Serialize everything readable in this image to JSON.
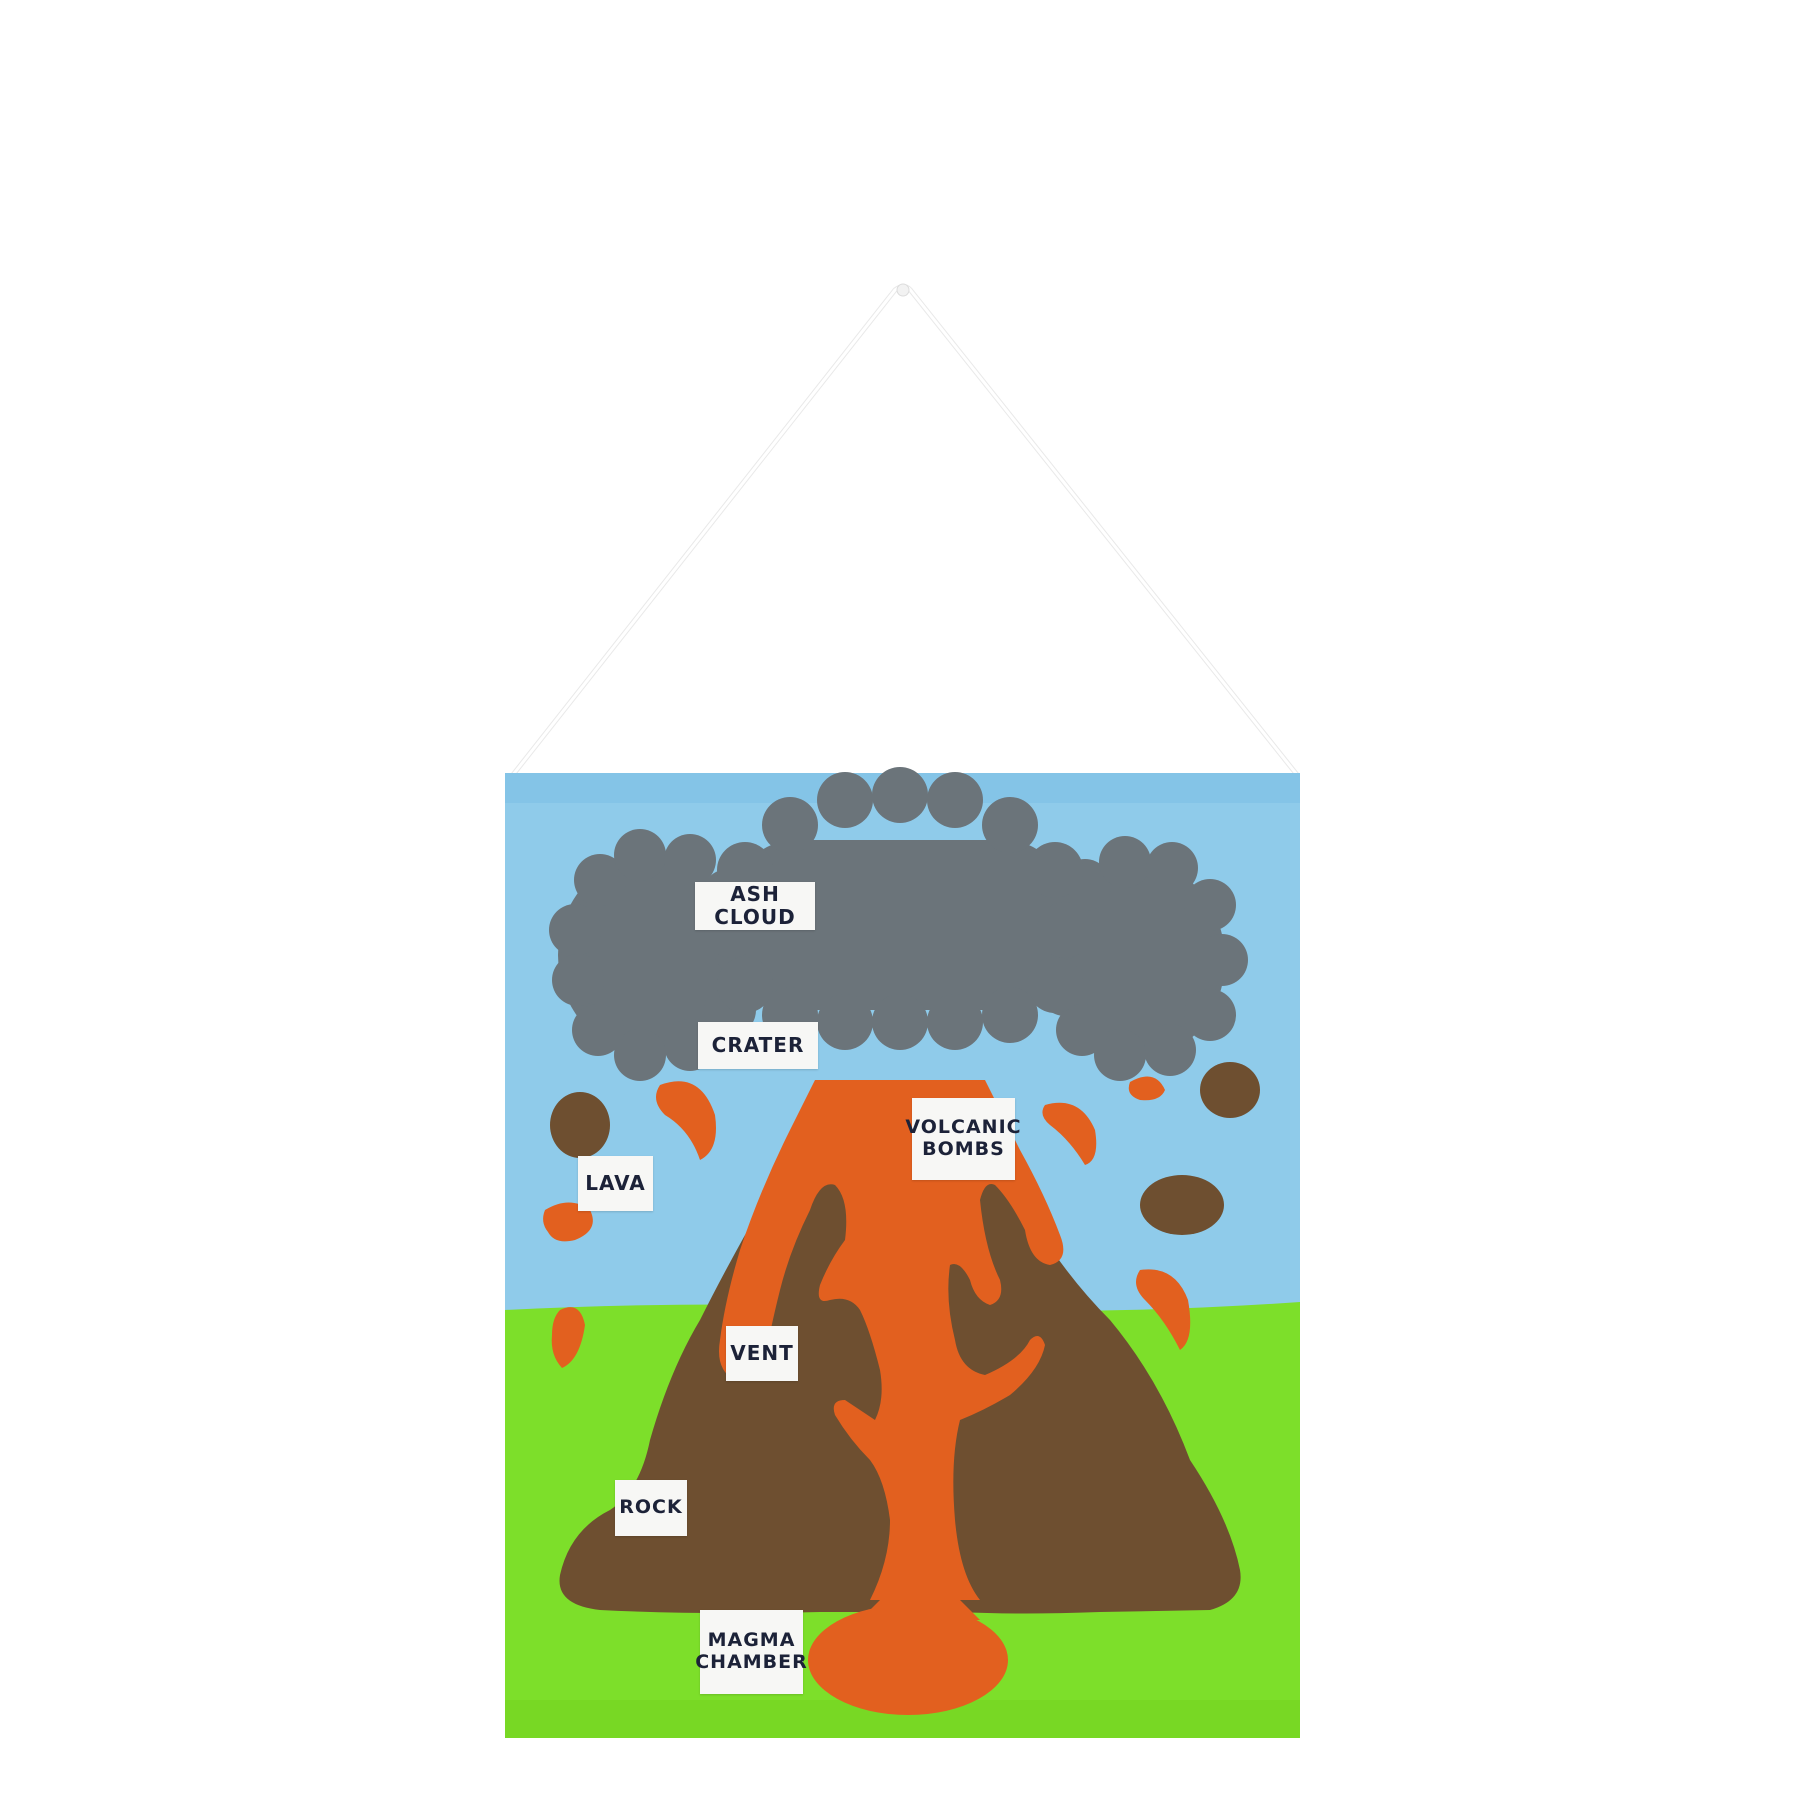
{
  "image": {
    "subject": "Felt volcano diagram hanging by a white string",
    "colors": {
      "background": "#ffffff",
      "sky": "#8fcbea",
      "ground": "#7ddf2a",
      "cloud": "#6b747a",
      "lava": "#e2601f",
      "rock": "#6e4f30",
      "label_bg": "#f7f7f5",
      "label_text": "#1c2238",
      "string": "#ffffff"
    }
  },
  "labels": {
    "ash_cloud": "ASH CLOUD",
    "crater": "CRATER",
    "lava": "LAVA",
    "volcanic_bombs_line1": "VOLCANIC",
    "volcanic_bombs_line2": "BOMBS",
    "vent": "VENT",
    "rock": "ROCK",
    "magma_chamber_line1": "MAGMA",
    "magma_chamber_line2": "CHAMBER"
  }
}
